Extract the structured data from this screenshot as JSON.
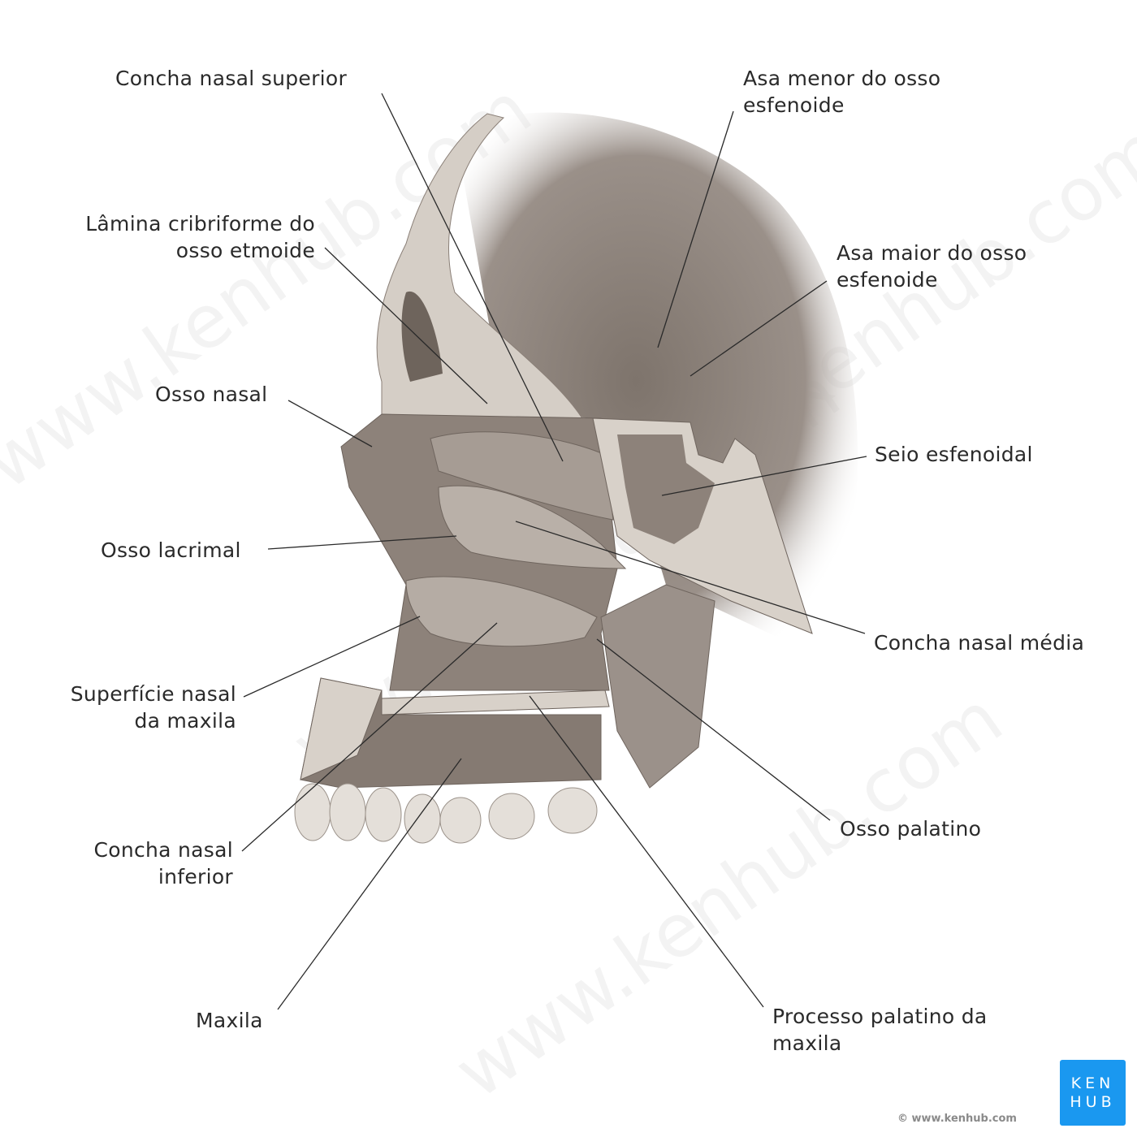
{
  "labels": {
    "concha_superior": "Concha nasal superior",
    "lamina_1": "Lâmina cribriforme do",
    "lamina_2": "osso etmoide",
    "osso_nasal": "Osso nasal",
    "osso_lacrimal": "Osso lacrimal",
    "superficie_1": "Superfície nasal",
    "superficie_2": "da maxila",
    "concha_inferior_1": "Concha nasal",
    "concha_inferior_2": "inferior",
    "maxila": "Maxila",
    "asa_menor_1": "Asa menor do osso",
    "asa_menor_2": "esfenoide",
    "asa_maior_1": "Asa maior do osso",
    "asa_maior_2": "esfenoide",
    "seio": "Seio esfenoidal",
    "concha_media": "Concha nasal média",
    "palatino": "Osso palatino",
    "processo_1": "Processo palatino da",
    "processo_2": "maxila"
  },
  "logo": {
    "line1": "KEN",
    "line2": "HUB",
    "copyright": "© www.kenhub.com"
  },
  "colors": {
    "bone": "#8c8178",
    "bone_light": "#d9d3cc",
    "logo": "#1a98f0"
  }
}
